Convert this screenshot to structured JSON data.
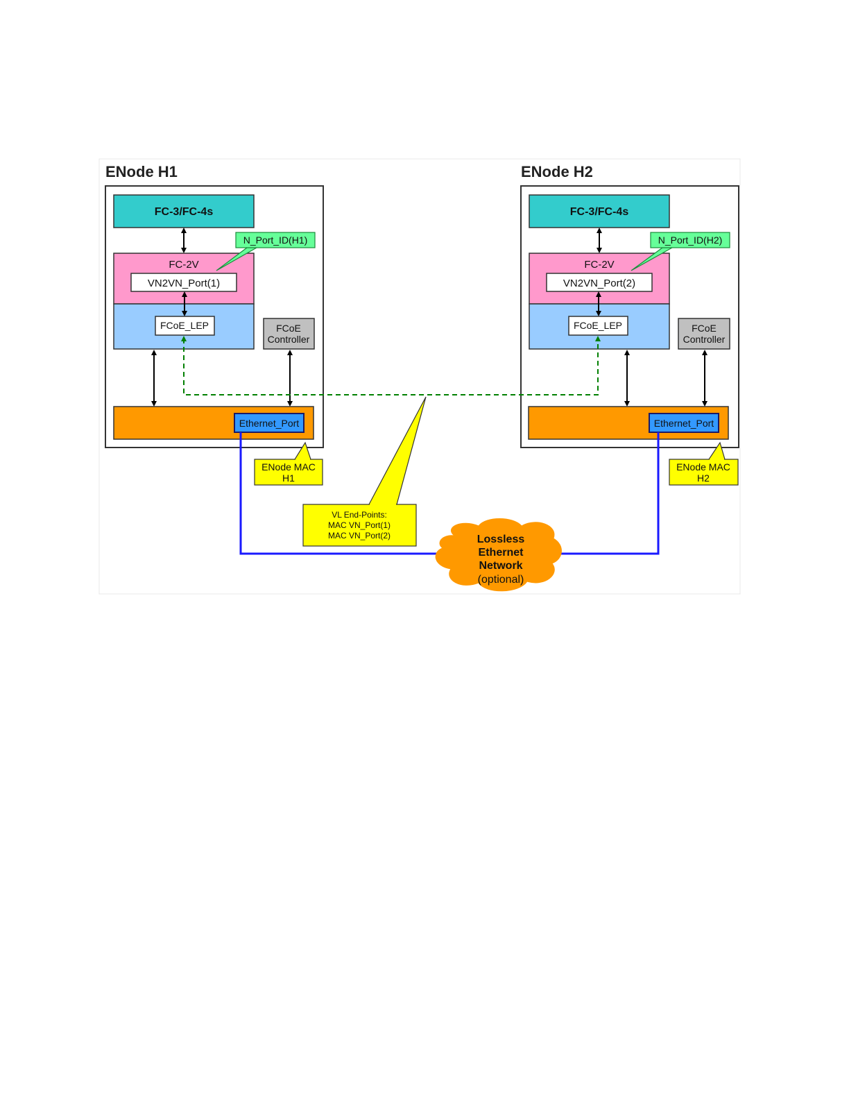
{
  "colors": {
    "fc34": "#33cccc",
    "fc2v": "#ff99cc",
    "fcoe_lep_layer": "#99ccff",
    "ethernet_layer": "#ff9900",
    "ethernet_port": "#3399ff",
    "controller": "#c0c0c0",
    "callout_green": "#66ff99",
    "callout_yellow": "#ffff00",
    "link_blue": "#1a1aff",
    "dashed_green": "#008000",
    "cloud": "#ff9900"
  },
  "node_h1": {
    "title": "ENode H1",
    "fc34": "FC-3/FC-4s",
    "fc2v": "FC-2V",
    "vn_port": "VN2VN_Port(1)",
    "fcoe_lep": "FCoE_LEP",
    "controller_line1": "FCoE",
    "controller_line2": "Controller",
    "ethernet_port": "Ethernet_Port",
    "nport_callout": "N_Port_ID(H1)",
    "mac_callout_line1": "ENode MAC",
    "mac_callout_line2": "H1"
  },
  "node_h2": {
    "title": "ENode H2",
    "fc34": "FC-3/FC-4s",
    "fc2v": "FC-2V",
    "vn_port": "VN2VN_Port(2)",
    "fcoe_lep": "FCoE_LEP",
    "controller_line1": "FCoE",
    "controller_line2": "Controller",
    "ethernet_port": "Ethernet_Port",
    "nport_callout": "N_Port_ID(H2)",
    "mac_callout_line1": "ENode MAC",
    "mac_callout_line2": "H2"
  },
  "vl_callout": {
    "line1": "VL End-Points:",
    "line2": "MAC VN_Port(1)",
    "line3": "MAC VN_Port(2)"
  },
  "network_cloud": {
    "line1": "Lossless",
    "line2": "Ethernet",
    "line3": "Network",
    "line4": "(optional)"
  }
}
